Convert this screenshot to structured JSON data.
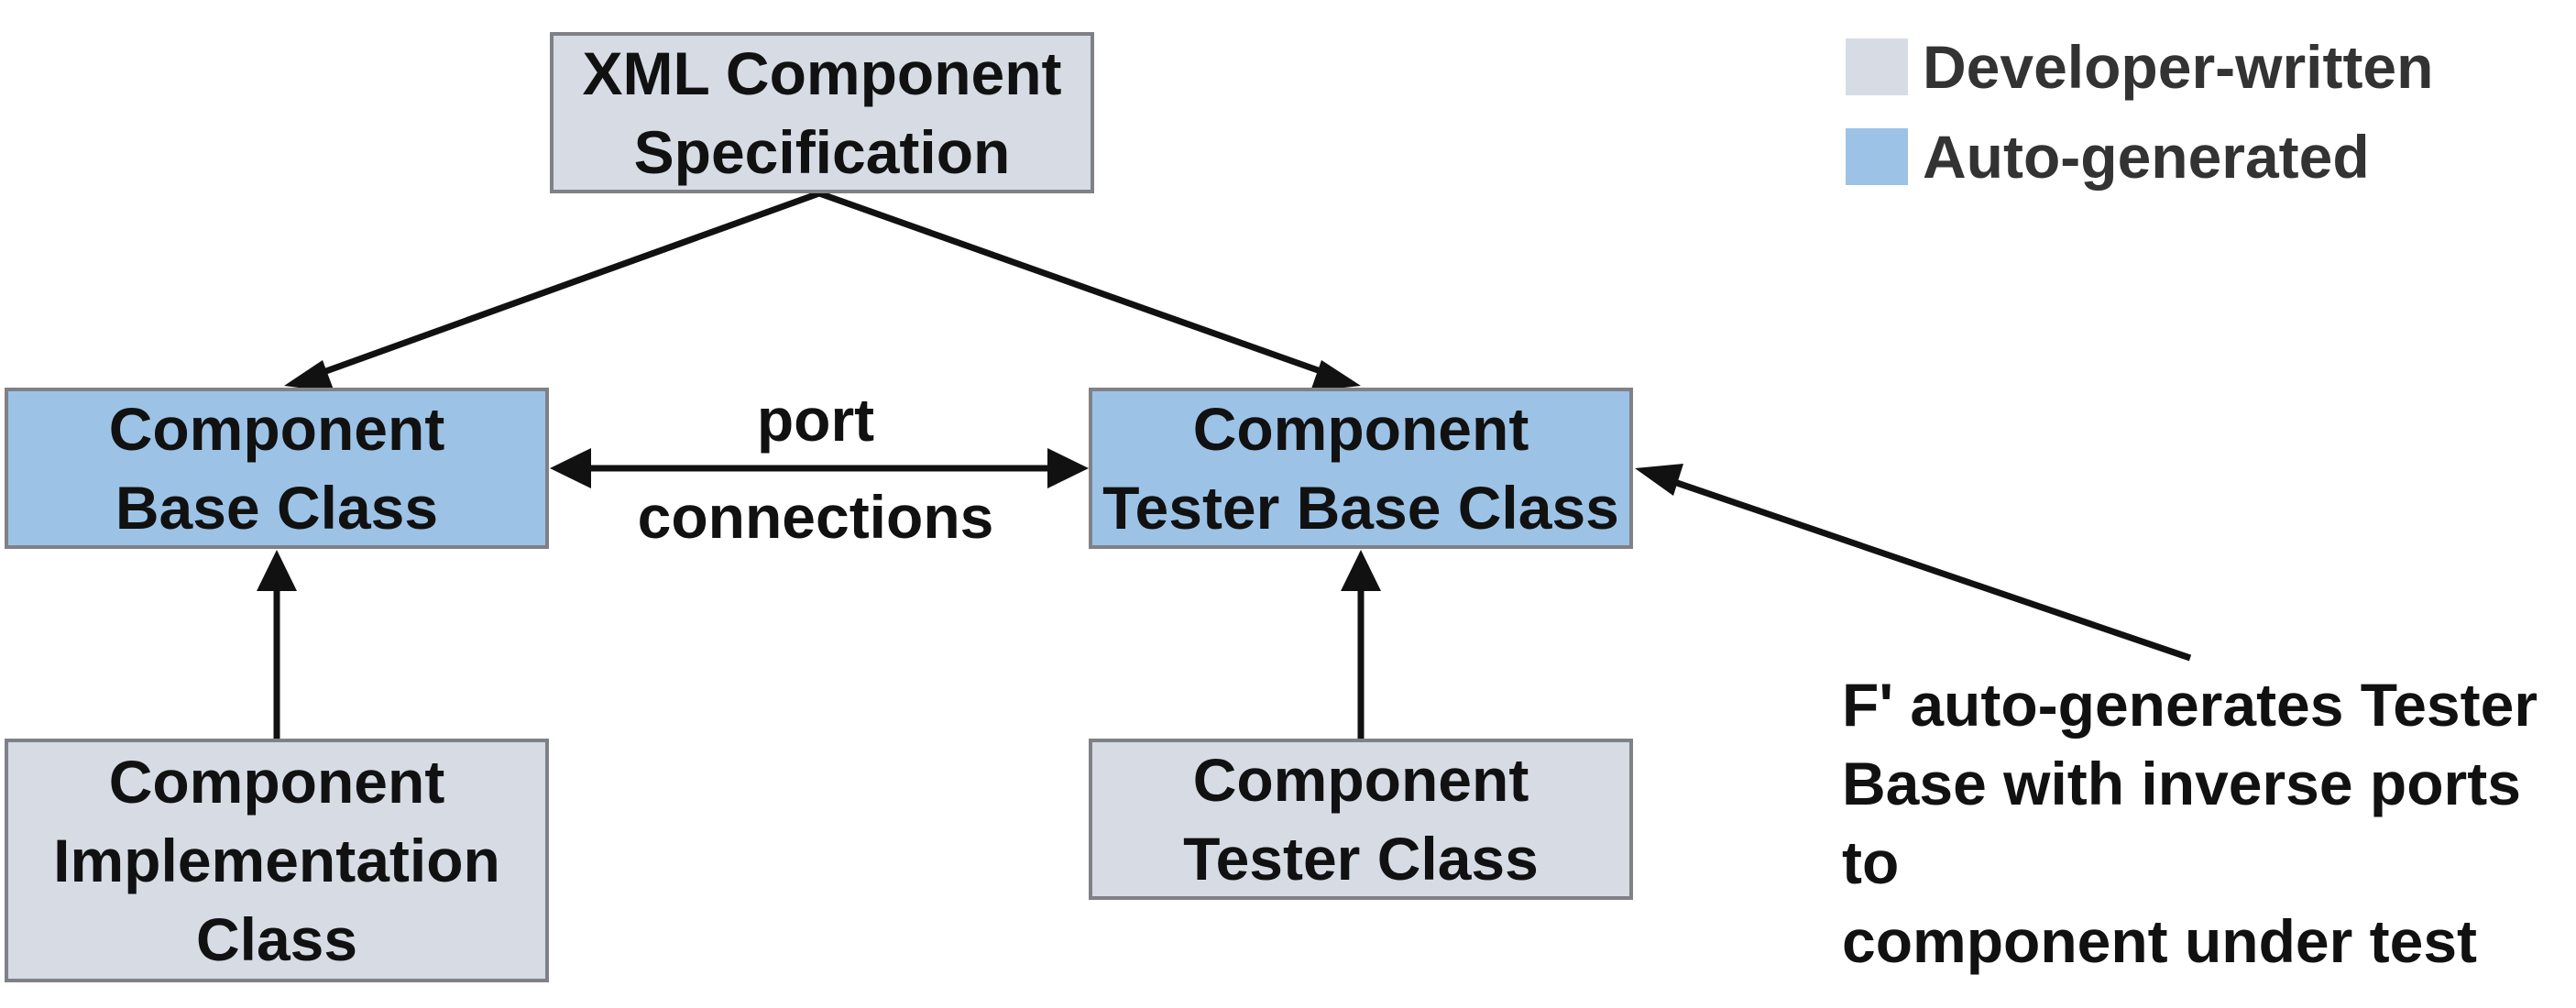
{
  "legend": {
    "developer_written": "Developer-written",
    "auto_generated": "Auto-generated"
  },
  "nodes": {
    "xml_spec": "XML Component\nSpecification",
    "component_base": "Component\nBase Class",
    "tester_base": "Component\nTester Base Class",
    "implementation": "Component\nImplementation\nClass",
    "tester_class": "Component\nTester Class"
  },
  "edges": {
    "port_label_line1": "port",
    "port_label_line2": "connections"
  },
  "annotation": "F' auto-generates Tester\nBase with inverse ports to\ncomponent under test",
  "colors": {
    "developer_written": "#d6dbe4",
    "auto_generated": "#9cc3e6",
    "border": "#7f8186",
    "arrow": "#111111"
  }
}
